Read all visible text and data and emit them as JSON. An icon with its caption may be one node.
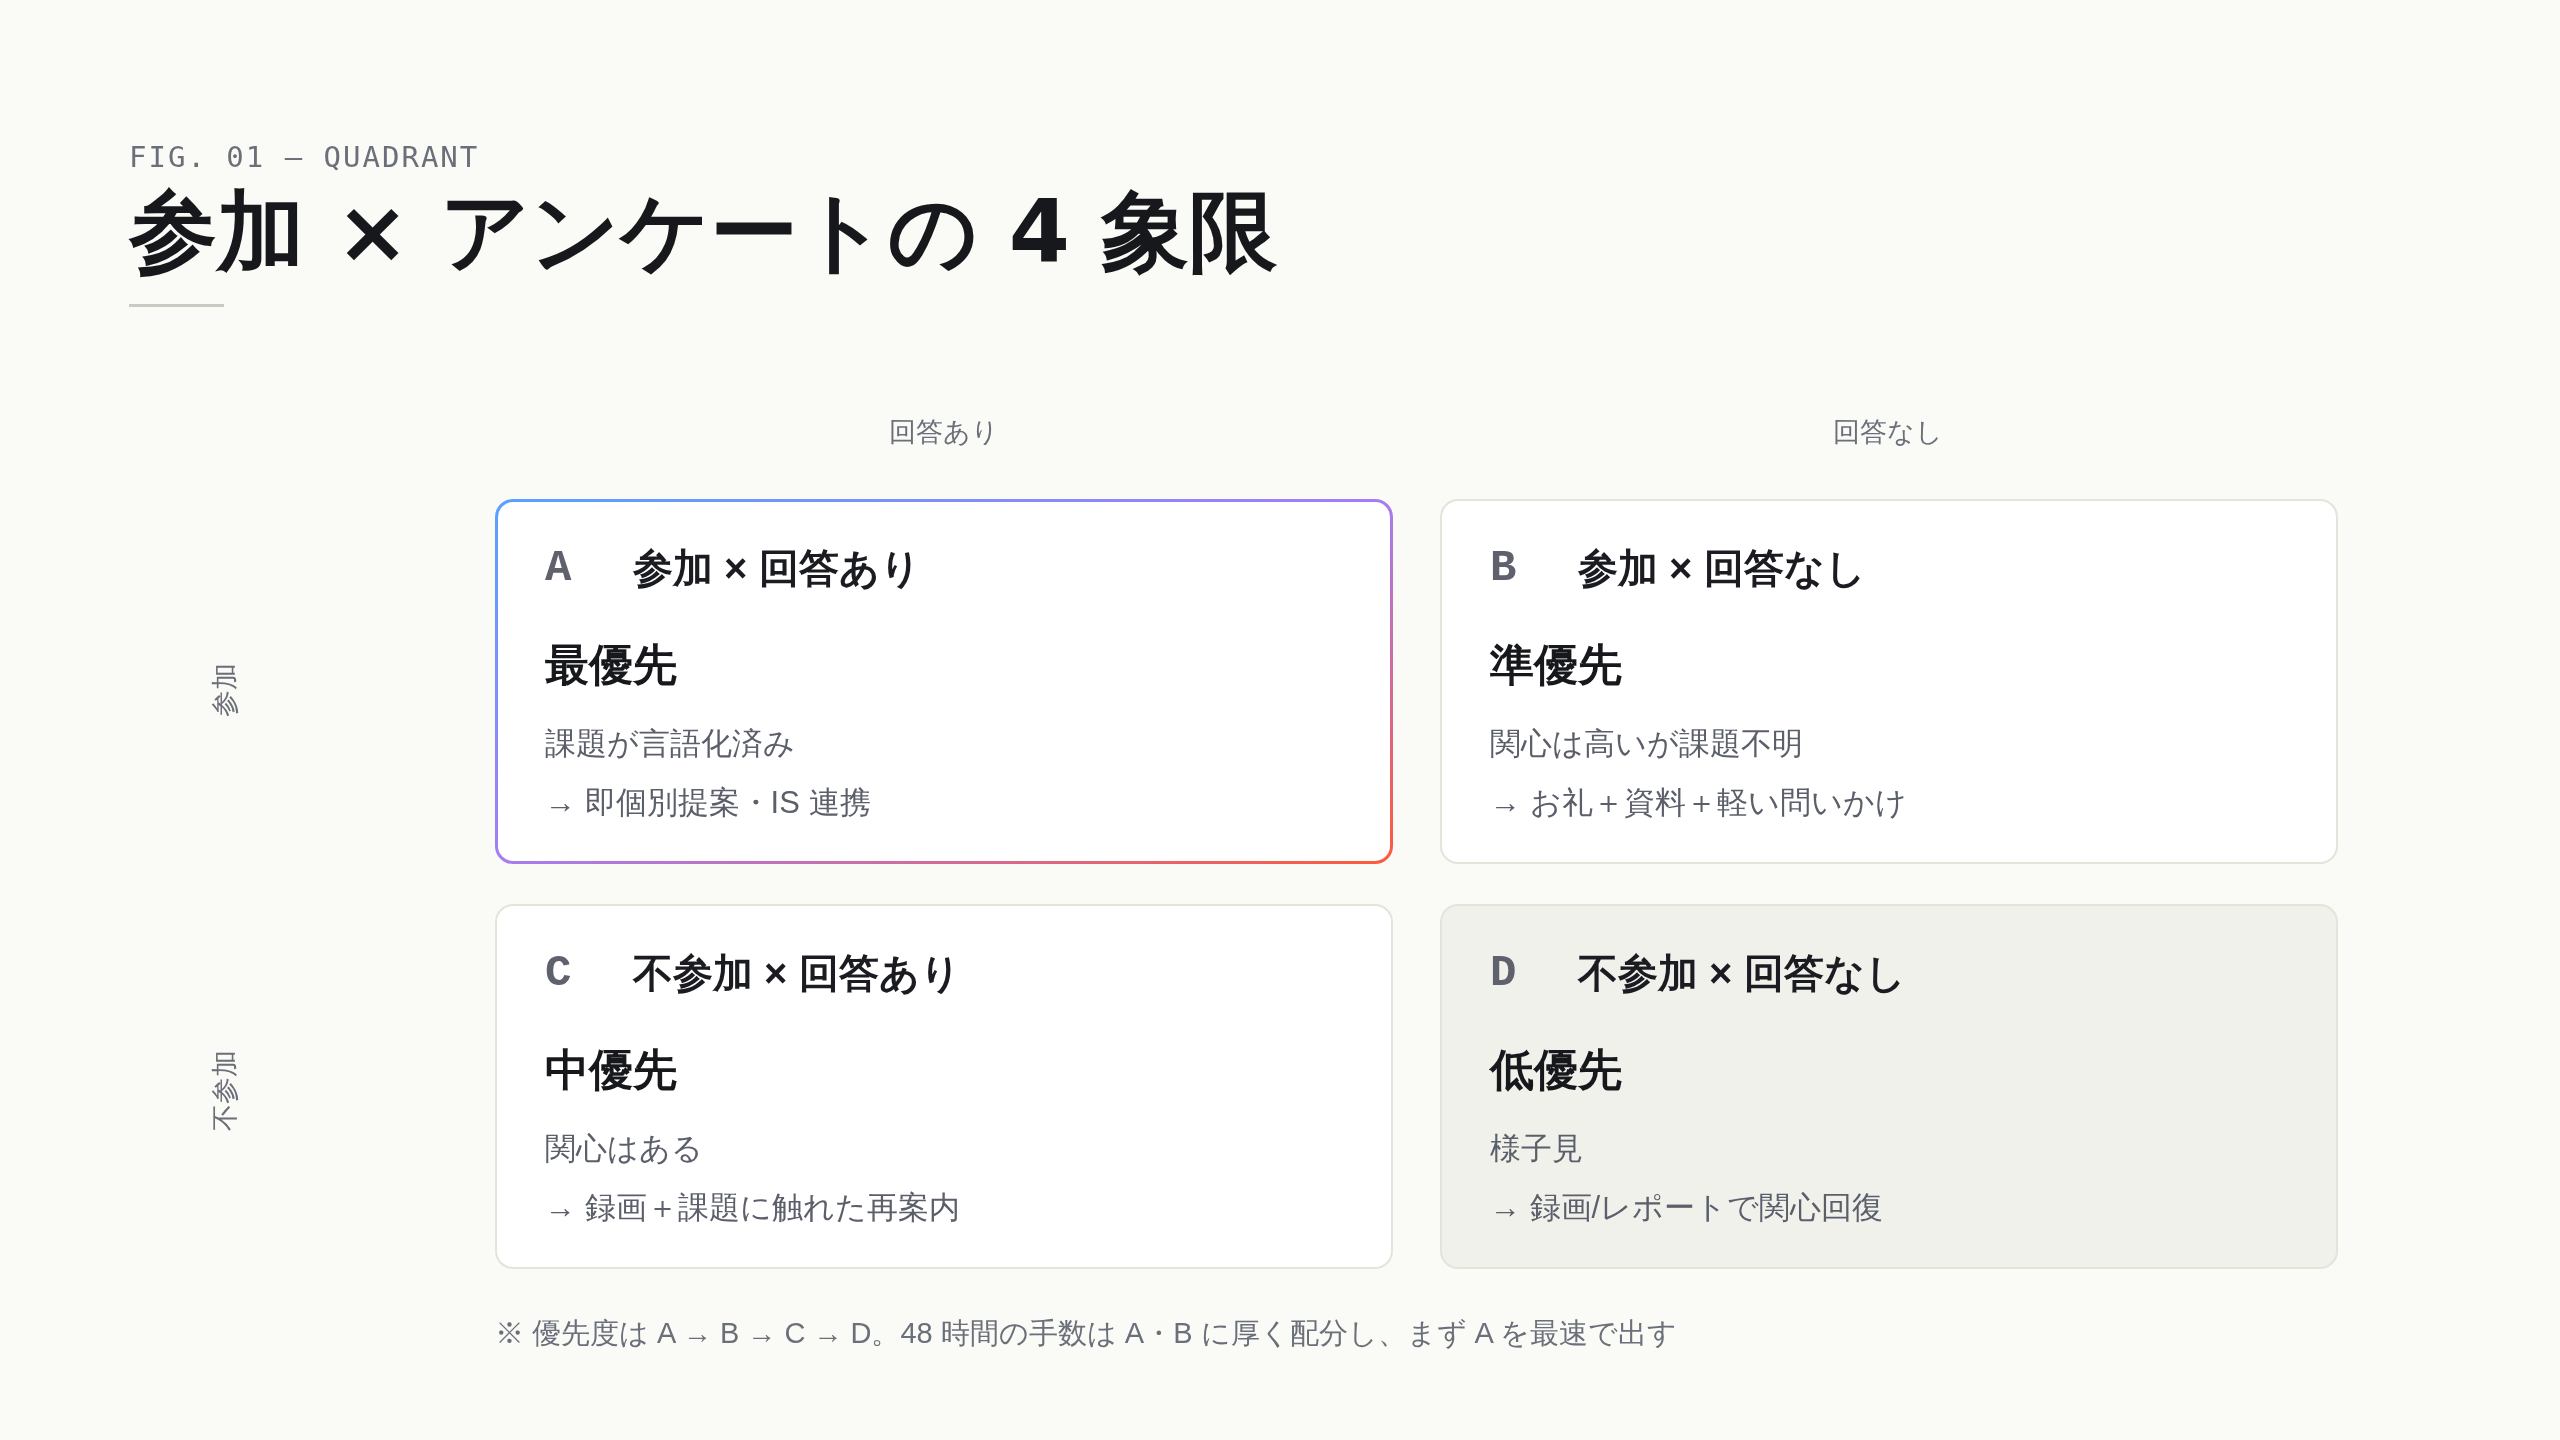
{
  "diagram": {
    "title": "参加 × アンケートの 4 象限",
    "nodes": [
      {
        "text": [
          "A",
          "参加 × 回答あり",
          "最優先",
          "課題が言語化済み",
          "→ 即個別提案・IS 連携"
        ]
      },
      {
        "text": [
          "B",
          "参加 × 回答なし",
          "準優先",
          "関心は高いが課題不明",
          "→ お礼＋資料＋軽い問いかけ"
        ]
      },
      {
        "text": [
          "C",
          "不参加 × 回答あり",
          "中優先",
          "関心はある",
          "→ 録画＋課題に触れた再案内"
        ]
      },
      {
        "text": [
          "D",
          "不参加 × 回答なし",
          "低優先",
          "様子見",
          "→ 録画/レポートで関心回復"
        ]
      }
    ],
    "labels": [
      "FIG. 01 — QUADRANT",
      "回答あり",
      "回答なし",
      "参加",
      "不参加",
      "※ 優先度は A → B → C → D。48 時間の手数は A・B に厚く配分し、まず A を最速で出す"
    ]
  }
}
